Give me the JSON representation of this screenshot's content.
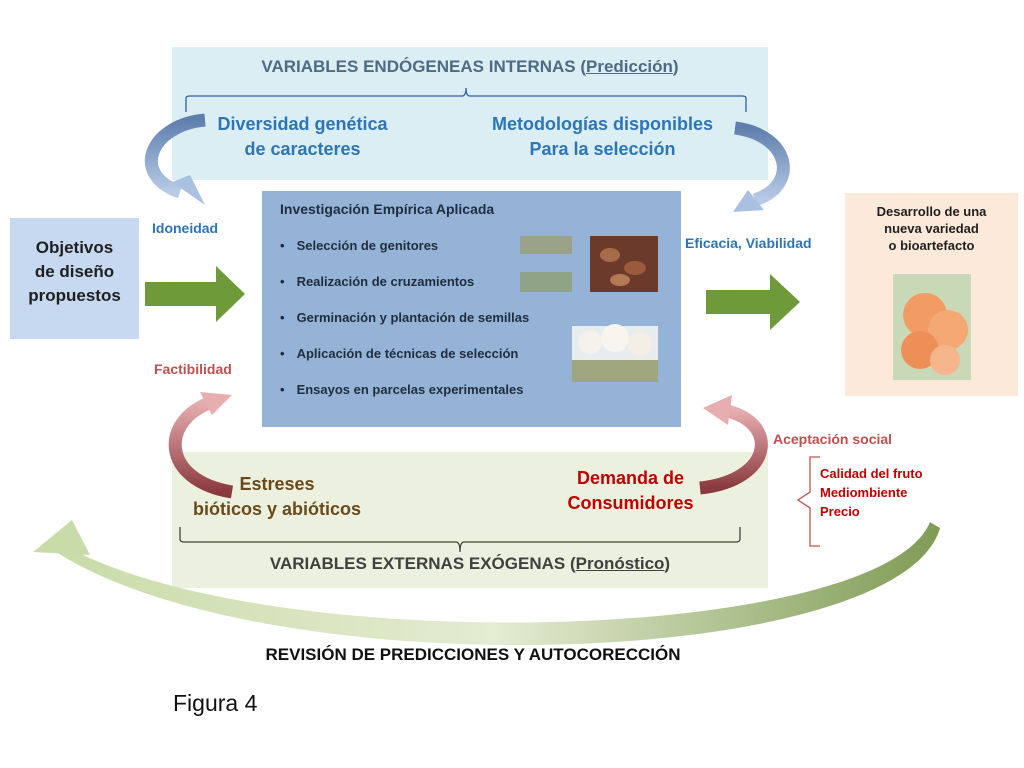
{
  "endogenous": {
    "title_prefix": "VARIABLES ENDÓGENEAS INTERNAS (",
    "title_underlined": "Predicción",
    "title_suffix": ")",
    "left_line1": "Diversidad genética",
    "left_line2": "de caracteres",
    "right_line1": "Metodologías disponibles",
    "right_line2": "Para la selección"
  },
  "center": {
    "title": "Investigación Empírica Aplicada",
    "items": [
      "Selección de genitores",
      "Realización de cruzamientos",
      "Germinación y plantación de semillas",
      "Aplicación de técnicas de selección",
      "Ensayos en parcelas experimentales"
    ]
  },
  "objectives": {
    "line1": "Objetivos",
    "line2": "de diseño",
    "line3": "propuestos"
  },
  "result": {
    "line1": "Desarrollo de una",
    "line2": "nueva variedad",
    "line3": "o bioartefacto"
  },
  "labels": {
    "idoneidad": "Idoneidad",
    "eficacia": "Eficacia, Viabilidad",
    "factibilidad": "Factibilidad",
    "aceptacion": "Aceptación social"
  },
  "social": {
    "items": [
      "Calidad del fruto",
      "Mediombiente",
      "Precio"
    ]
  },
  "exogenous": {
    "left_line1": "Estreses",
    "left_line2": "bióticos y abióticos",
    "right_line1": "Demanda de",
    "right_line2": "Consumidores",
    "title_prefix": "VARIABLES EXTERNAS EXÓGENAS (",
    "title_underlined": "Pronóstico",
    "title_suffix": ")"
  },
  "footer": {
    "revision": "REVISIÓN DE PREDICCIONES Y AUTOCORECCIÓN",
    "figure": "Figura 4"
  },
  "colors": {
    "arrow_green": "#6f9a3a",
    "curve_blue": "#7f9fcf",
    "curve_red": "#c9757a",
    "loop_green": "#9cb870"
  }
}
